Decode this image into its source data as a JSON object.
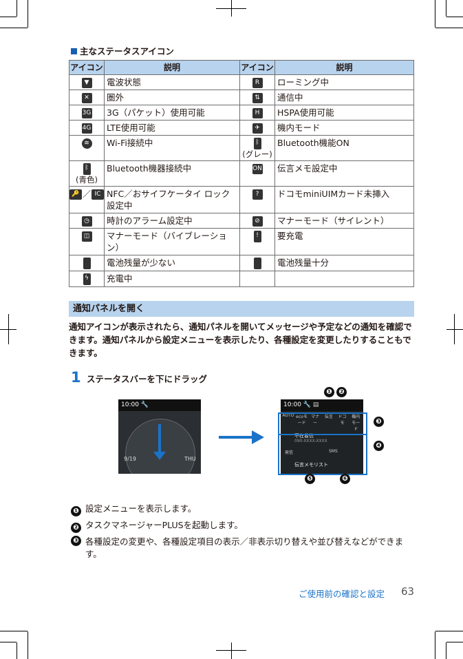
{
  "section": {
    "marker": "■",
    "heading": "主なステータスアイコン"
  },
  "table": {
    "headers": {
      "icon": "アイコン",
      "desc": "説明",
      "icon2": "アイコン",
      "desc2": "説明"
    },
    "rows": [
      {
        "left": {
          "icon": "signal-icon",
          "desc": "電波状態"
        },
        "right": {
          "icon": "roaming-icon",
          "desc": "ローミング中"
        }
      },
      {
        "left": {
          "icon": "out-of-range-icon",
          "desc": "圏外"
        },
        "right": {
          "icon": "communicating-icon",
          "desc": "通信中"
        }
      },
      {
        "left": {
          "icon": "3g-packet-icon",
          "desc": "3G（パケット）使用可能"
        },
        "right": {
          "icon": "hspa-icon",
          "desc": "HSPA使用可能"
        }
      },
      {
        "left": {
          "icon": "lte-icon",
          "desc": "LTE使用可能"
        },
        "right": {
          "icon": "airplane-icon",
          "desc": "機内モード"
        }
      },
      {
        "left": {
          "icon": "wifi-icon",
          "desc": "Wi-Fi接続中"
        },
        "right": {
          "icon": "bluetooth-gray-icon",
          "sub": "(グレー)",
          "desc": "Bluetooth機能ON"
        }
      },
      {
        "left": {
          "icon": "bluetooth-blue-icon",
          "sub": "(青色)",
          "desc": "Bluetooth機器接続中"
        },
        "right": {
          "icon": "voicemail-icon",
          "desc": "伝言メモ設定中"
        }
      },
      {
        "left": {
          "icon": "nfc-osaifu-icon",
          "sep": "／",
          "desc": "NFC／おサイフケータイ ロック設定中"
        },
        "right": {
          "icon": "no-uim-icon",
          "desc": "ドコモminiUIMカード未挿入"
        }
      },
      {
        "left": {
          "icon": "alarm-icon",
          "desc": "時計のアラーム設定中"
        },
        "right": {
          "icon": "manner-silent-icon",
          "desc": "マナーモード（サイレント）"
        }
      },
      {
        "left": {
          "icon": "manner-vibrate-icon",
          "desc": "マナーモード（バイブレーション）"
        },
        "right": {
          "icon": "battery-charge-required-icon",
          "desc": "要充電"
        }
      },
      {
        "left": {
          "icon": "battery-low-icon",
          "desc": "電池残量が少ない"
        },
        "right": {
          "icon": "battery-full-icon",
          "desc": "電池残量十分"
        }
      },
      {
        "left": {
          "icon": "charging-icon",
          "desc": "充電中"
        },
        "right": {
          "icon": "",
          "desc": ""
        }
      }
    ]
  },
  "panel_section": {
    "title": "通知パネルを開く",
    "lead": "通知アイコンが表示されたら、通知パネルを開いてメッセージや予定などの通知を確認できます。通知パネルから設定メニューを表示したり、各種設定を変更したりすることもできます。"
  },
  "step": {
    "number": "1",
    "text": "ステータスバーを下にドラッグ"
  },
  "screens": {
    "left": {
      "time": "10:00",
      "date": "9/19",
      "day": "THU"
    },
    "right": {
      "time": "10:00",
      "toggles": [
        "AUTO",
        "ecoモード",
        "マナー",
        "伝言",
        "ドコモ",
        "機内モード"
      ],
      "missed_call_title": "不在着信",
      "missed_call_number": "090-XXXX-XXXX",
      "call_action": "発信",
      "sms_action": "SMS",
      "voicemail_title": "伝言メモリスト"
    },
    "callouts": [
      "❶",
      "❷",
      "❸",
      "❹",
      "❺",
      "❻"
    ]
  },
  "notes": [
    {
      "num": "❶",
      "text": "設定メニューを表示します。"
    },
    {
      "num": "❷",
      "text": "タスクマネージャーPLUSを起動します。"
    },
    {
      "num": "❸",
      "text": "各種設定の変更や、各種設定項目の表示／非表示切り替えや並び替えなどができます。"
    }
  ],
  "footer": {
    "link": "ご使用前の確認と設定",
    "page": "63"
  },
  "colors": {
    "accent": "#1a73c8",
    "header_fill": "#b7d3ee",
    "highlight_frame": "#1a73c8"
  }
}
